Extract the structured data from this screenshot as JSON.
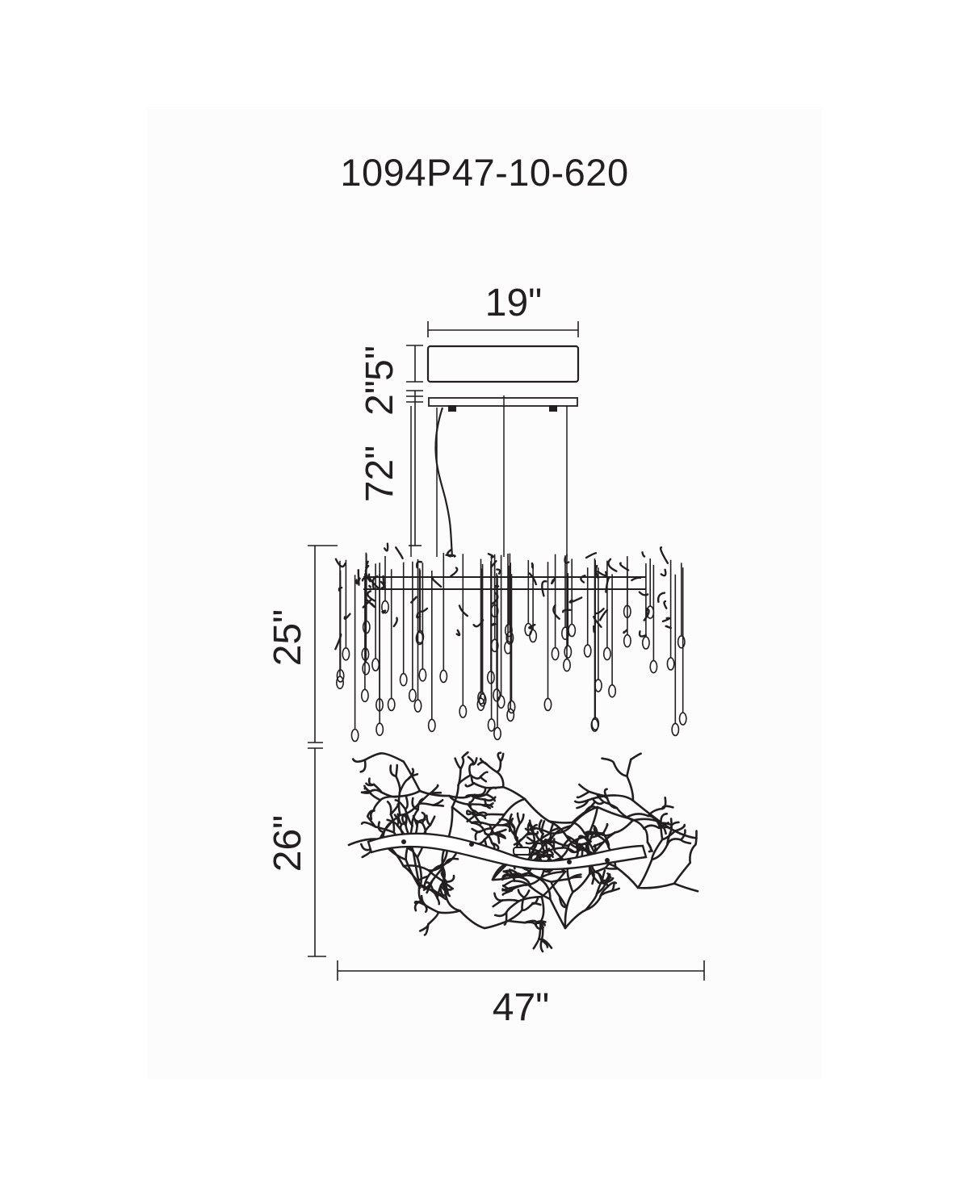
{
  "model_number": "1094P47-10-620",
  "dimensions": {
    "canopy_width": "19\"",
    "canopy_height": "5\"",
    "gap": "2\"",
    "suspension_length": "72\"",
    "fixture_height": "25\"",
    "fixture_depth": "26\"",
    "fixture_width": "47\""
  },
  "colors": {
    "line": "#231f20",
    "accent": "#c0392b"
  }
}
